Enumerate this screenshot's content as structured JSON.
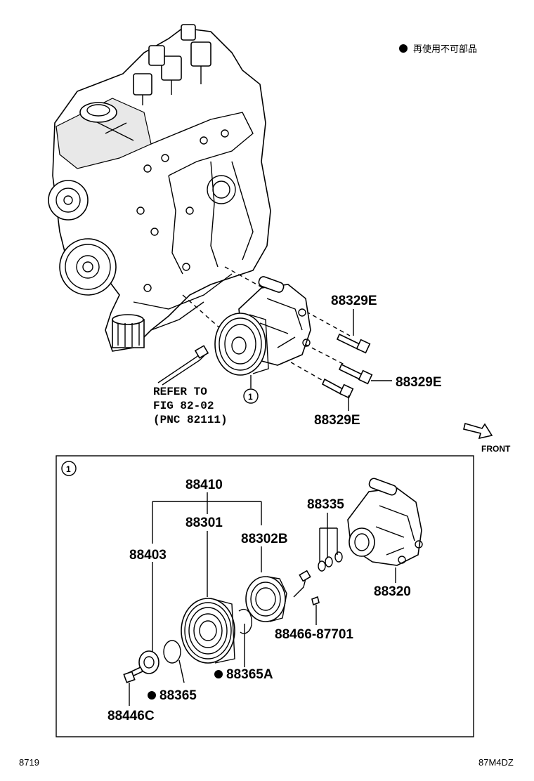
{
  "legend": {
    "marker": "●",
    "text": "再使用不可部品"
  },
  "engine_callouts": {
    "bolt_a": "88329E",
    "bolt_b": "88329E",
    "bolt_c": "88329E",
    "refer_line1": "REFER TO",
    "refer_line2": "FIG 82-02",
    "refer_line3": "(PNC 82111)",
    "circle_ref": "1"
  },
  "front_label": "FRONT",
  "detail_box": {
    "circle_ref": "1",
    "parts": {
      "assy": "88410",
      "pulley": "88301",
      "bearing": "88302B",
      "hub": "88403",
      "shims": "88335",
      "compressor": "88320",
      "screw": "88466-87701",
      "snap_ring_a": "88365A",
      "snap_ring": "88365",
      "bolt": "88446C"
    }
  },
  "footer": {
    "left": "8719",
    "right": "87M4DZ"
  },
  "colors": {
    "ink": "#000000",
    "paper": "#ffffff",
    "shade": "#e8e8e8"
  }
}
